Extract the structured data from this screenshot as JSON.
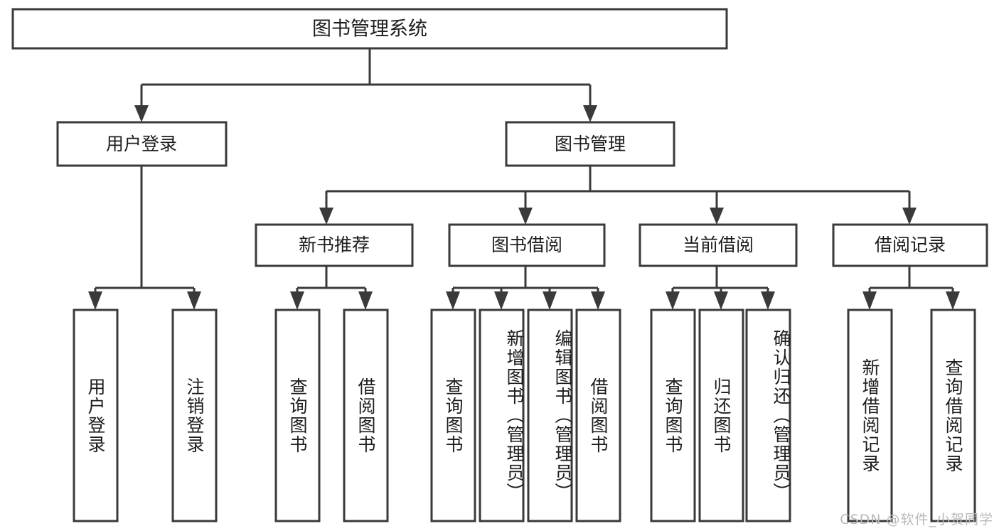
{
  "diagram": {
    "title_box": {
      "label": "图书管理系统"
    },
    "level2": [
      {
        "id": "user-login",
        "label": "用户登录"
      },
      {
        "id": "book-management",
        "label": "图书管理"
      }
    ],
    "level3": [
      {
        "id": "new-book-recommend",
        "label": "新书推荐"
      },
      {
        "id": "book-borrow",
        "label": "图书借阅"
      },
      {
        "id": "current-borrow",
        "label": "当前借阅"
      },
      {
        "id": "borrow-record",
        "label": "借阅记录"
      }
    ],
    "leaves": [
      {
        "id": "leaf-user-login",
        "label": "用户登录",
        "parent": "user-login"
      },
      {
        "id": "leaf-logout-login",
        "label": "注销登录",
        "parent": "user-login"
      },
      {
        "id": "leaf-query-book-1",
        "label": "查询图书",
        "parent": "new-book-recommend"
      },
      {
        "id": "leaf-borrow-book-1",
        "label": "借阅图书",
        "parent": "new-book-recommend"
      },
      {
        "id": "leaf-query-book-2",
        "label": "查询图书",
        "parent": "book-borrow"
      },
      {
        "id": "leaf-add-book-admin",
        "label": "新增图书（管理员）",
        "parent": "book-borrow"
      },
      {
        "id": "leaf-edit-book-admin",
        "label": "编辑图书（管理员）",
        "parent": "book-borrow"
      },
      {
        "id": "leaf-borrow-book-2",
        "label": "借阅图书",
        "parent": "book-borrow"
      },
      {
        "id": "leaf-query-book-3",
        "label": "查询图书",
        "parent": "current-borrow"
      },
      {
        "id": "leaf-return-book",
        "label": "归还图书",
        "parent": "current-borrow"
      },
      {
        "id": "leaf-confirm-return-admin",
        "label": "确认归还（管理员）",
        "parent": "current-borrow"
      },
      {
        "id": "leaf-add-borrow-record",
        "label": "新增借阅记录",
        "parent": "borrow-record"
      },
      {
        "id": "leaf-query-borrow-record",
        "label": "查询借阅记录",
        "parent": "borrow-record"
      }
    ],
    "watermark": "CSDN @软件_小贺同学",
    "colors": {
      "stroke": "#3a3a3a",
      "box_fill": "#ffffff",
      "text": "#1d1d1d",
      "watermark": "#b9b9b9",
      "background": "#ffffff"
    }
  }
}
